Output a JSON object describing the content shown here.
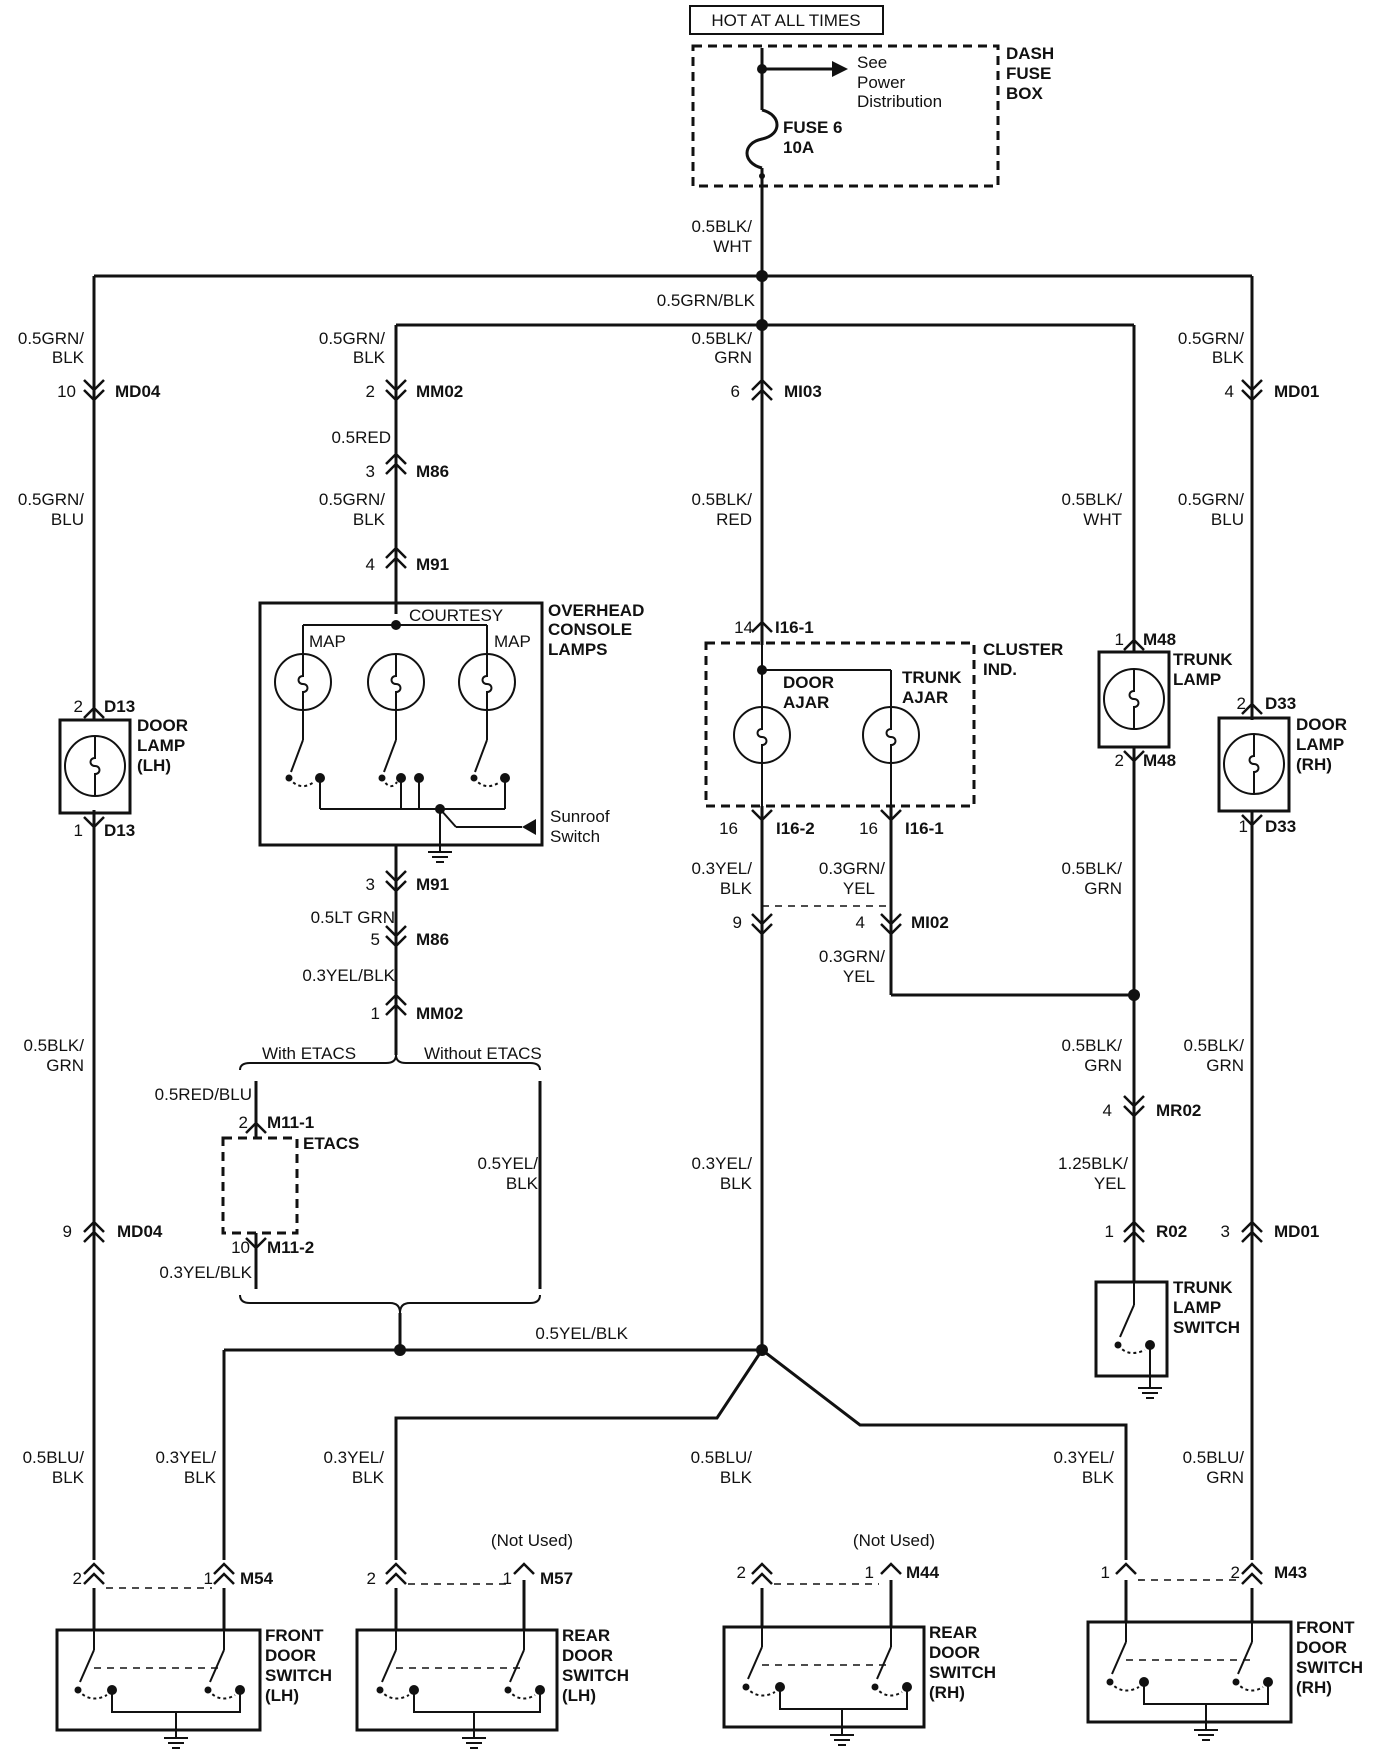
{
  "header": {
    "hot_at_all_times": "HOT AT ALL TIMES",
    "dash_fuse_box": [
      "DASH",
      "FUSE",
      "BOX"
    ],
    "see_power_distribution": [
      "See",
      "Power",
      "Distribution"
    ],
    "fuse_name": "FUSE 6",
    "fuse_rating": "10A"
  },
  "wires": {
    "feed": [
      "0.5BLK/",
      "WHT"
    ],
    "bus": "0.5GRN/BLK",
    "lh_top": [
      "0.5GRN/",
      "BLK"
    ],
    "ov_top": [
      "0.5GRN/",
      "BLK"
    ],
    "cl_top": [
      "0.5BLK/",
      "GRN"
    ],
    "rh_top": [
      "0.5GRN/",
      "BLK"
    ],
    "ov_red": "0.5RED",
    "ov_mid": [
      "0.5GRN/",
      "BLK"
    ],
    "lh_mid": [
      "0.5GRN/",
      "BLU"
    ],
    "cl_mid": [
      "0.5BLK/",
      "RED"
    ],
    "tr_mid": [
      "0.5BLK/",
      "WHT"
    ],
    "rh_mid": [
      "0.5GRN/",
      "BLU"
    ],
    "ov_ltgrn": "0.5LT GRN",
    "ov_yelblk": "0.3YEL/BLK",
    "lh_low": [
      "0.5BLK/",
      "GRN"
    ],
    "cl_i162": [
      "0.3YEL/",
      "BLK"
    ],
    "cl_i161": [
      "0.3GRN/",
      "YEL"
    ],
    "cl_mi02": [
      "0.3GRN/",
      "YEL"
    ],
    "tr_low": [
      "0.5BLK/",
      "GRN"
    ],
    "tr_low2": [
      "0.5BLK/",
      "GRN"
    ],
    "rh_low": [
      "0.5BLK/",
      "GRN"
    ],
    "etacs_in": "0.5RED/BLU",
    "etacs_out": "0.3YEL/BLK",
    "no_etacs": [
      "0.5YEL/",
      "BLK"
    ],
    "cl_low": [
      "0.3YEL/",
      "BLK"
    ],
    "tr_r02": [
      "1.25BLK/",
      "YEL"
    ],
    "bottom_bus": "0.5YEL/BLK",
    "b1": [
      "0.5BLU/",
      "BLK"
    ],
    "b2": [
      "0.3YEL/",
      "BLK"
    ],
    "b3": [
      "0.3YEL/",
      "BLK"
    ],
    "b4": [
      "0.5BLU/",
      "BLK"
    ],
    "b5": [
      "0.3YEL/",
      "BLK"
    ],
    "b6": [
      "0.5BLU/",
      "GRN"
    ]
  },
  "connectors": {
    "md04_top": {
      "pin": "10",
      "name": "MD04"
    },
    "mm02_top": {
      "pin": "2",
      "name": "MM02"
    },
    "mi03": {
      "pin": "6",
      "name": "MI03"
    },
    "md01_top": {
      "pin": "4",
      "name": "MD01"
    },
    "m86_top": {
      "pin": "3",
      "name": "M86"
    },
    "m91_top": {
      "pin": "4",
      "name": "M91"
    },
    "i16_1_top": {
      "pin": "14",
      "name": "I16-1"
    },
    "m48_top": {
      "pin": "1",
      "name": "M48"
    },
    "d13_top": {
      "pin": "2",
      "name": "D13"
    },
    "d33_top": {
      "pin": "2",
      "name": "D33"
    },
    "m48_bot": {
      "pin": "2",
      "name": "M48"
    },
    "d13_bot": {
      "pin": "1",
      "name": "D13"
    },
    "d33_bot": {
      "pin": "1",
      "name": "D33"
    },
    "i16_2": {
      "pin": "16",
      "name": "I16-2"
    },
    "i16_1_bot": {
      "pin": "16",
      "name": "I16-1"
    },
    "m91_bot": {
      "pin": "3",
      "name": "M91"
    },
    "mi02_9": {
      "pin": "9",
      "name": ""
    },
    "mi02_4": {
      "pin": "4",
      "name": "MI02"
    },
    "m86_bot": {
      "pin": "5",
      "name": "M86"
    },
    "mm02_bot": {
      "pin": "1",
      "name": "MM02"
    },
    "mr02": {
      "pin": "4",
      "name": "MR02"
    },
    "m11_1": {
      "pin": "2",
      "name": "M11-1"
    },
    "m11_2": {
      "pin": "10",
      "name": "M11-2"
    },
    "md04_bot": {
      "pin": "9",
      "name": "MD04"
    },
    "r02": {
      "pin": "1",
      "name": "R02"
    },
    "md01_bot": {
      "pin": "3",
      "name": "MD01"
    },
    "m54": {
      "pin_a": "2",
      "pin_b": "1",
      "name": "M54"
    },
    "m57": {
      "pin_a": "2",
      "pin_b": "1",
      "name": "M57"
    },
    "m44": {
      "pin_a": "2",
      "pin_b": "1",
      "name": "M44"
    },
    "m43": {
      "pin_a": "1",
      "pin_b": "2",
      "name": "M43"
    }
  },
  "components": {
    "overhead_console": [
      "OVERHEAD",
      "CONSOLE",
      "LAMPS"
    ],
    "courtesy": "COURTESY",
    "map_left": "MAP",
    "map_right": "MAP",
    "sunroof_switch": [
      "Sunroof",
      "Switch"
    ],
    "cluster_ind": [
      "CLUSTER",
      "IND."
    ],
    "door_ajar": [
      "DOOR",
      "AJAR"
    ],
    "trunk_ajar": [
      "TRUNK",
      "AJAR"
    ],
    "trunk_lamp": [
      "TRUNK",
      "LAMP"
    ],
    "door_lamp_lh": [
      "DOOR",
      "LAMP",
      "(LH)"
    ],
    "door_lamp_rh": [
      "DOOR",
      "LAMP",
      "(RH)"
    ],
    "with_etacs": "With ETACS",
    "without_etacs": "Without ETACS",
    "etacs": "ETACS",
    "trunk_lamp_switch": [
      "TRUNK",
      "LAMP",
      "SWITCH"
    ],
    "not_used_1": "(Not Used)",
    "not_used_2": "(Not Used)",
    "front_door_lh": [
      "FRONT",
      "DOOR",
      "SWITCH",
      "(LH)"
    ],
    "rear_door_lh": [
      "REAR",
      "DOOR",
      "SWITCH",
      "(LH)"
    ],
    "rear_door_rh": [
      "REAR",
      "DOOR",
      "SWITCH",
      "(RH)"
    ],
    "front_door_rh": [
      "FRONT",
      "DOOR",
      "SWITCH",
      "(RH)"
    ]
  }
}
